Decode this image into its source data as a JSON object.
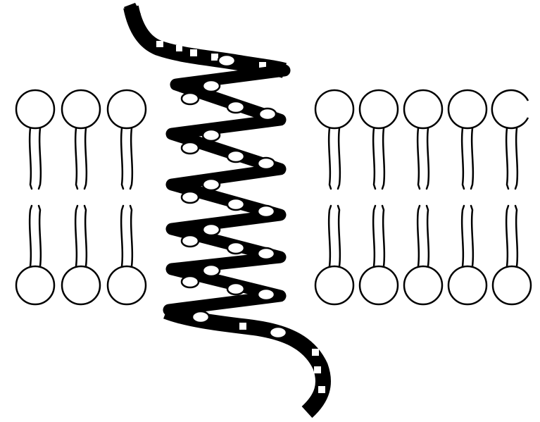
{
  "figure": {
    "background_color": "#ffffff",
    "ink_color": "#000000",
    "components": {
      "membrane": {
        "left_lipid_count": 3,
        "right_lipid_count": 5,
        "leaflets": 2
      },
      "protein": {
        "alpha_helix_turns": 5,
        "unstructured_termini": 2
      }
    }
  }
}
